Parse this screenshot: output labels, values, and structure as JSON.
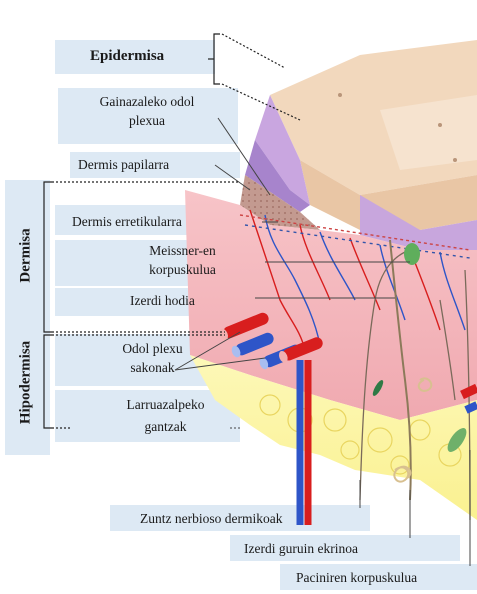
{
  "figure": {
    "layers": {
      "epidermis": "Epidermisa",
      "dermis": "Dermisa",
      "hypodermis": "Hipodermisa"
    },
    "labels": {
      "superficial_plexus_1": "Gainazaleko odol",
      "superficial_plexus_2": "plexua",
      "papillary_dermis": "Dermis papilarra",
      "reticular_dermis": "Dermis erretikularra",
      "meissner_1": "Meissner-en",
      "meissner_2": "korpuskulua",
      "sweat_duct": "Izerdi hodia",
      "deep_plexus_1": "Odol plexu",
      "deep_plexus_2": "sakonak",
      "subcutaneous_fat_1": "Larruazalpeko",
      "subcutaneous_fat_2": "gantzak",
      "dermal_nerve_fibers": "Zuntz nerbioso dermikoak",
      "eccrine_sweat_gland": "Izerdi guruin ekrinoa",
      "pacinian_corpuscle": "Paciniren korpuskulua"
    },
    "colors": {
      "label_bg": "#dde9f4",
      "epidermis": "#f1d5b8",
      "papillary": "#c9a9a0",
      "dermis": "#f3b7bd",
      "hypodermis": "#fbf5a0",
      "artery": "#d81e1e",
      "vein": "#2e55c8",
      "nerve": "#3c8a50"
    }
  }
}
